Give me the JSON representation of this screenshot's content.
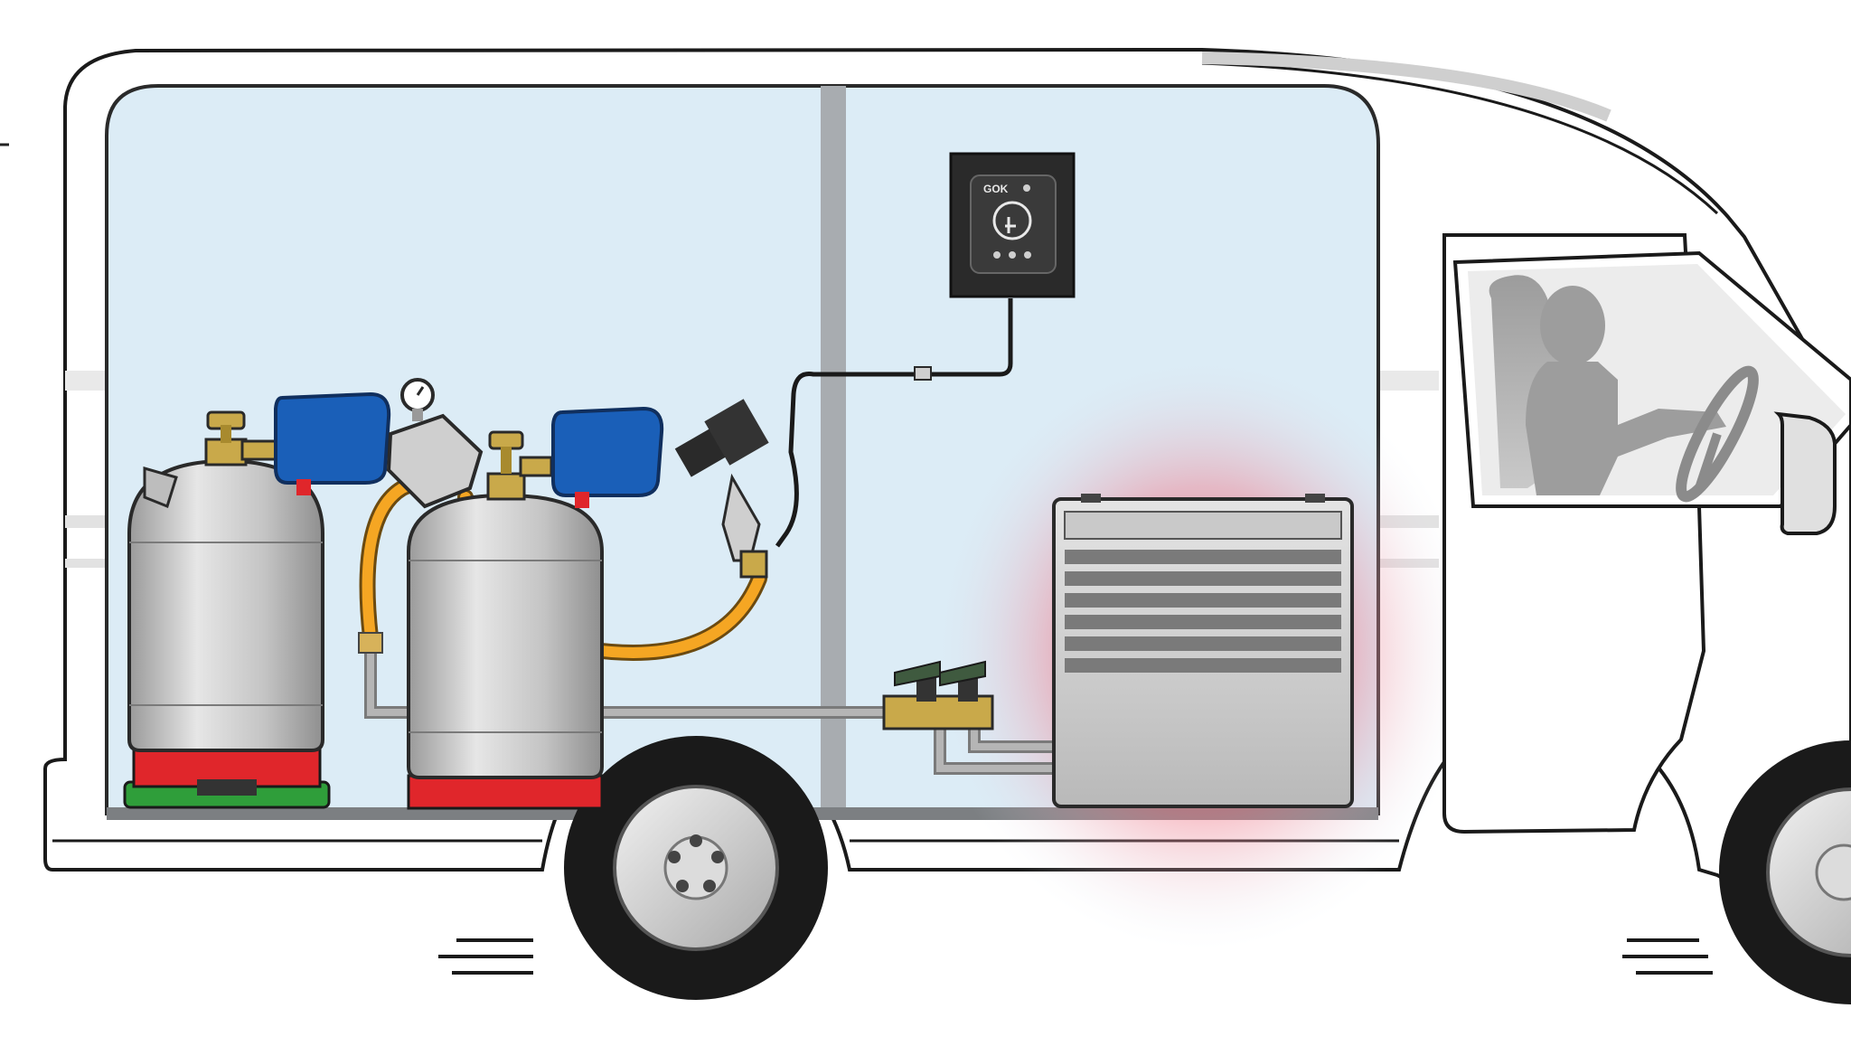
{
  "control_panel": {
    "brand_label": "GOK",
    "icons": [
      "touch-hand-icon",
      "left-bottle-icon",
      "right-bottle-icon",
      "status-led-icon"
    ]
  },
  "components": {
    "cylinders": 2,
    "regulators": 2,
    "shutoff_valves": 2
  },
  "colors": {
    "body_white": "#ffffff",
    "interior_blue": "#dcecf6",
    "regulator_blue": "#1a5fb8",
    "hose_orange": "#f5a623",
    "heat_glow_red": "#e8455a",
    "cylinder_gray": "#c8c8c8",
    "base_red": "#e0262b",
    "base_green": "#2f9e3a",
    "panel_black": "#2a2a2a"
  }
}
